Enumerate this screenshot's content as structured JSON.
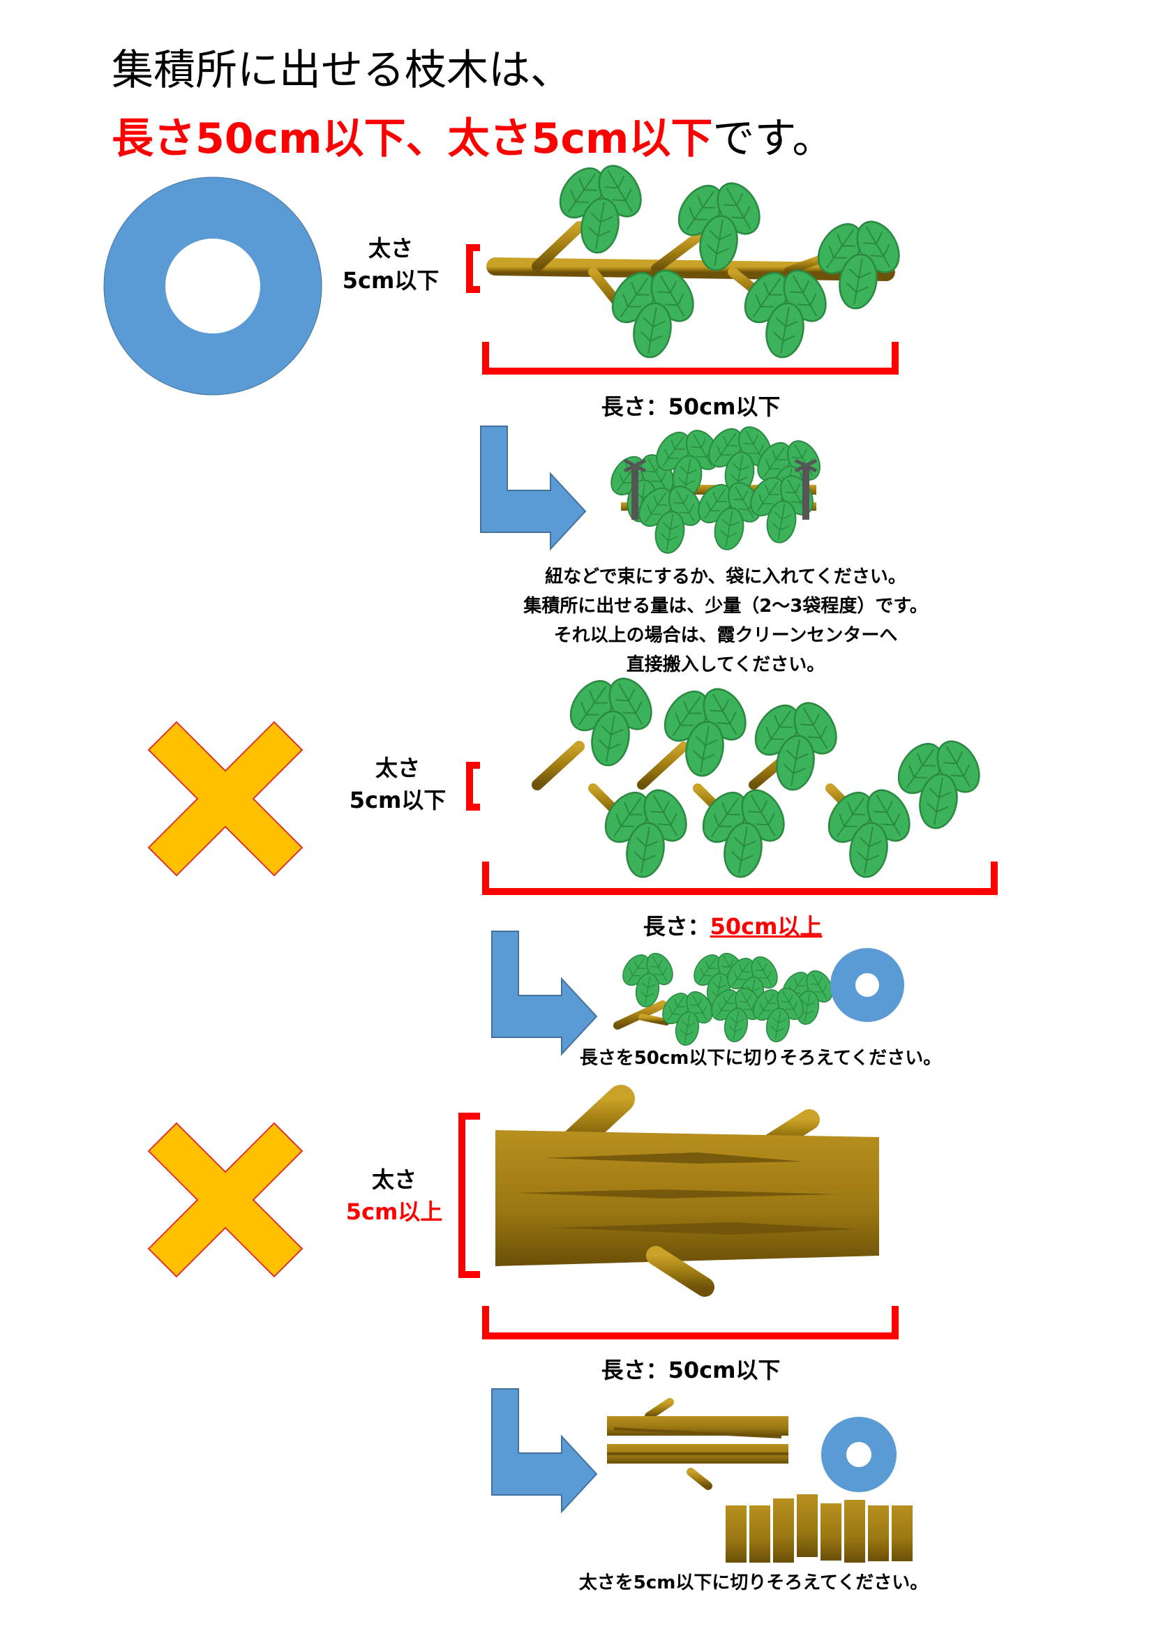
{
  "title": {
    "line1": "集積所に出せる枝木は、",
    "line2_red": "長さ50cm以下、太さ5cm以下",
    "line2_tail": "です。"
  },
  "section1": {
    "verdict": "ok",
    "thickness_label": "太さ",
    "thickness_value": "5cm以下",
    "length_label": "長さ：50cm以下",
    "note_lines": [
      "紐などで束にするか、袋に入れてください。",
      "集積所に出せる量は、少量（2～3袋程度）です。",
      "それ以上の場合は、霞クリーンセンターへ",
      "直接搬入してください。"
    ]
  },
  "section2": {
    "verdict": "ng",
    "thickness_label": "太さ",
    "thickness_value": "5cm以下",
    "length_prefix": "長さ：",
    "length_value": "50cm以上",
    "instruction": "長さを50cm以下に切りそろえてください。"
  },
  "section3": {
    "verdict": "ng",
    "thickness_label": "太さ",
    "thickness_value": "5cm以上",
    "length_label": "長さ：50cm以下",
    "instruction": "太さを5cm以下に切りそろえてください。"
  },
  "colors": {
    "accent_red": "#ff0000",
    "ok_circle": "#5b9bd5",
    "ng_cross": "#ffc000",
    "leaf": "#3cb35a",
    "wood": "#a0801a"
  }
}
